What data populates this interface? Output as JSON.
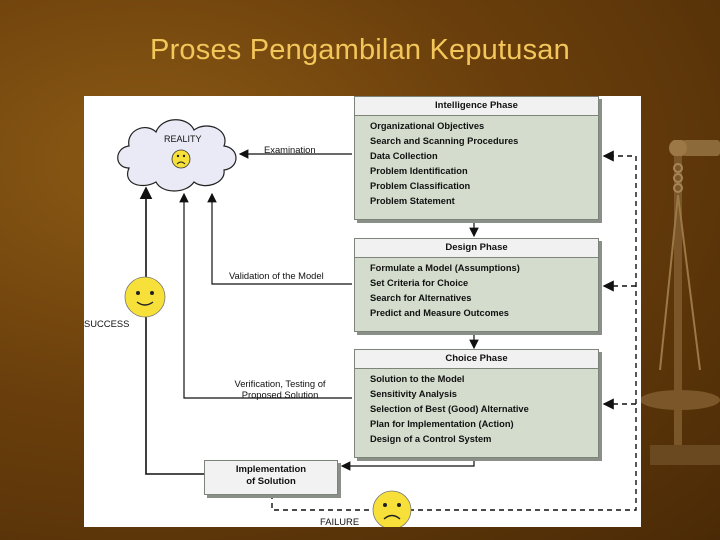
{
  "title": "Proses Pengambilan Keputusan",
  "diagram": {
    "reality_label": "REALITY",
    "examination_label": "Examination",
    "validation_label": "Validation of the Model",
    "verification_label_line1": "Verification, Testing of",
    "verification_label_line2": "Proposed Solution",
    "success_label": "SUCCESS",
    "failure_label": "FAILURE",
    "implementation_line1": "Implementation",
    "implementation_line2": "of Solution",
    "phases": [
      {
        "name": "Intelligence Phase",
        "items": [
          "Organizational Objectives",
          "Search and Scanning Procedures",
          "Data Collection",
          "Problem Identification",
          "Problem Classification",
          "Problem Statement"
        ]
      },
      {
        "name": "Design Phase",
        "items": [
          "Formulate a Model (Assumptions)",
          "Set Criteria for Choice",
          "Search for Alternatives",
          "Predict and Measure Outcomes"
        ]
      },
      {
        "name": "Choice Phase",
        "items": [
          "Solution to the Model",
          "Sensitivity Analysis",
          "Selection of Best (Good) Alternative",
          "Plan for Implementation (Action)",
          "Design of a Control System"
        ]
      }
    ]
  },
  "colors": {
    "background": "#6b3f0c",
    "title": "#f3c65a",
    "phase_fill": "#d3dccd",
    "smiley": "#f7e03a"
  }
}
